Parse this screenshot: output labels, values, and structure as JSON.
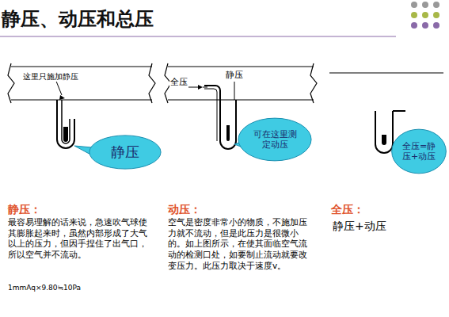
{
  "diagram": {
    "title": "静压、动压和总压",
    "nodes": [
      {
        "text": [
          "静压"
        ]
      },
      {
        "text": [
          "可在这里测定动压"
        ]
      },
      {
        "text": [
          "全压=静压+动压"
        ]
      }
    ],
    "labels": [
      "这里只施加静压",
      "全压",
      "静压",
      "静压：",
      "最容易理解的话来说，急速吹气球使其膨胀起来时，虽然内部形成了大气以上的压力，但因手捏住了出气口，所以空气并不流动。",
      "1mmAq×9.80≒10Pa",
      "动压：",
      "空气是密度非常小的物质，不施加压力就不流动，但是此压力是很微小的。如上图所示，在使其面临空气流动的检测口处，如要制止流动就要改变压力。此压力取决于速度v。",
      "全压：",
      "静压+动压"
    ]
  }
}
